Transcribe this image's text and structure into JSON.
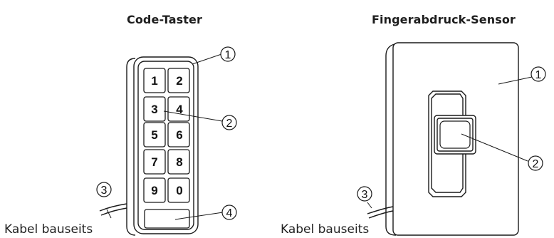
{
  "left": {
    "title": "Code-Taster",
    "caption": "Kabel bauseits",
    "keys": [
      "1",
      "2",
      "3",
      "4",
      "5",
      "6",
      "7",
      "8",
      "9",
      "0"
    ],
    "callouts": [
      "1",
      "2",
      "3",
      "4"
    ]
  },
  "right": {
    "title": "Fingerabdruck-Sensor",
    "caption": "Kabel bauseits",
    "callouts": [
      "1",
      "2",
      "3"
    ]
  }
}
